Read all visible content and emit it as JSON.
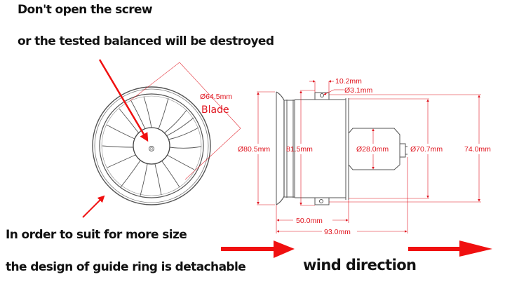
{
  "notes": {
    "top_line1": "Don't open the screw",
    "top_line2": "or the tested balanced will be destroyed",
    "bottom_line1": "In order to suit for more size",
    "bottom_line2": "the design of guide ring is detachable",
    "wind_label": "wind direction"
  },
  "front_view": {
    "blade_diameter": "Ø64.5mm",
    "blade_label": "Blade",
    "blade_count": 16
  },
  "side_view": {
    "dimensions": {
      "mount_width": "10.2mm",
      "hole_diameter": "Ø3.1mm",
      "inlet_diameter": "Ø80.5mm",
      "outer_height": "81.5mm",
      "motor_diameter": "Ø28.0mm",
      "inner_diameter": "Ø70.7mm",
      "housing_height": "74.0mm",
      "housing_length": "50.0mm",
      "total_length": "93.0mm"
    }
  },
  "colors": {
    "annotation_red": "#e0141e",
    "arrow_red": "#f01010",
    "line_gray": "#555555",
    "text_black": "#111111"
  }
}
